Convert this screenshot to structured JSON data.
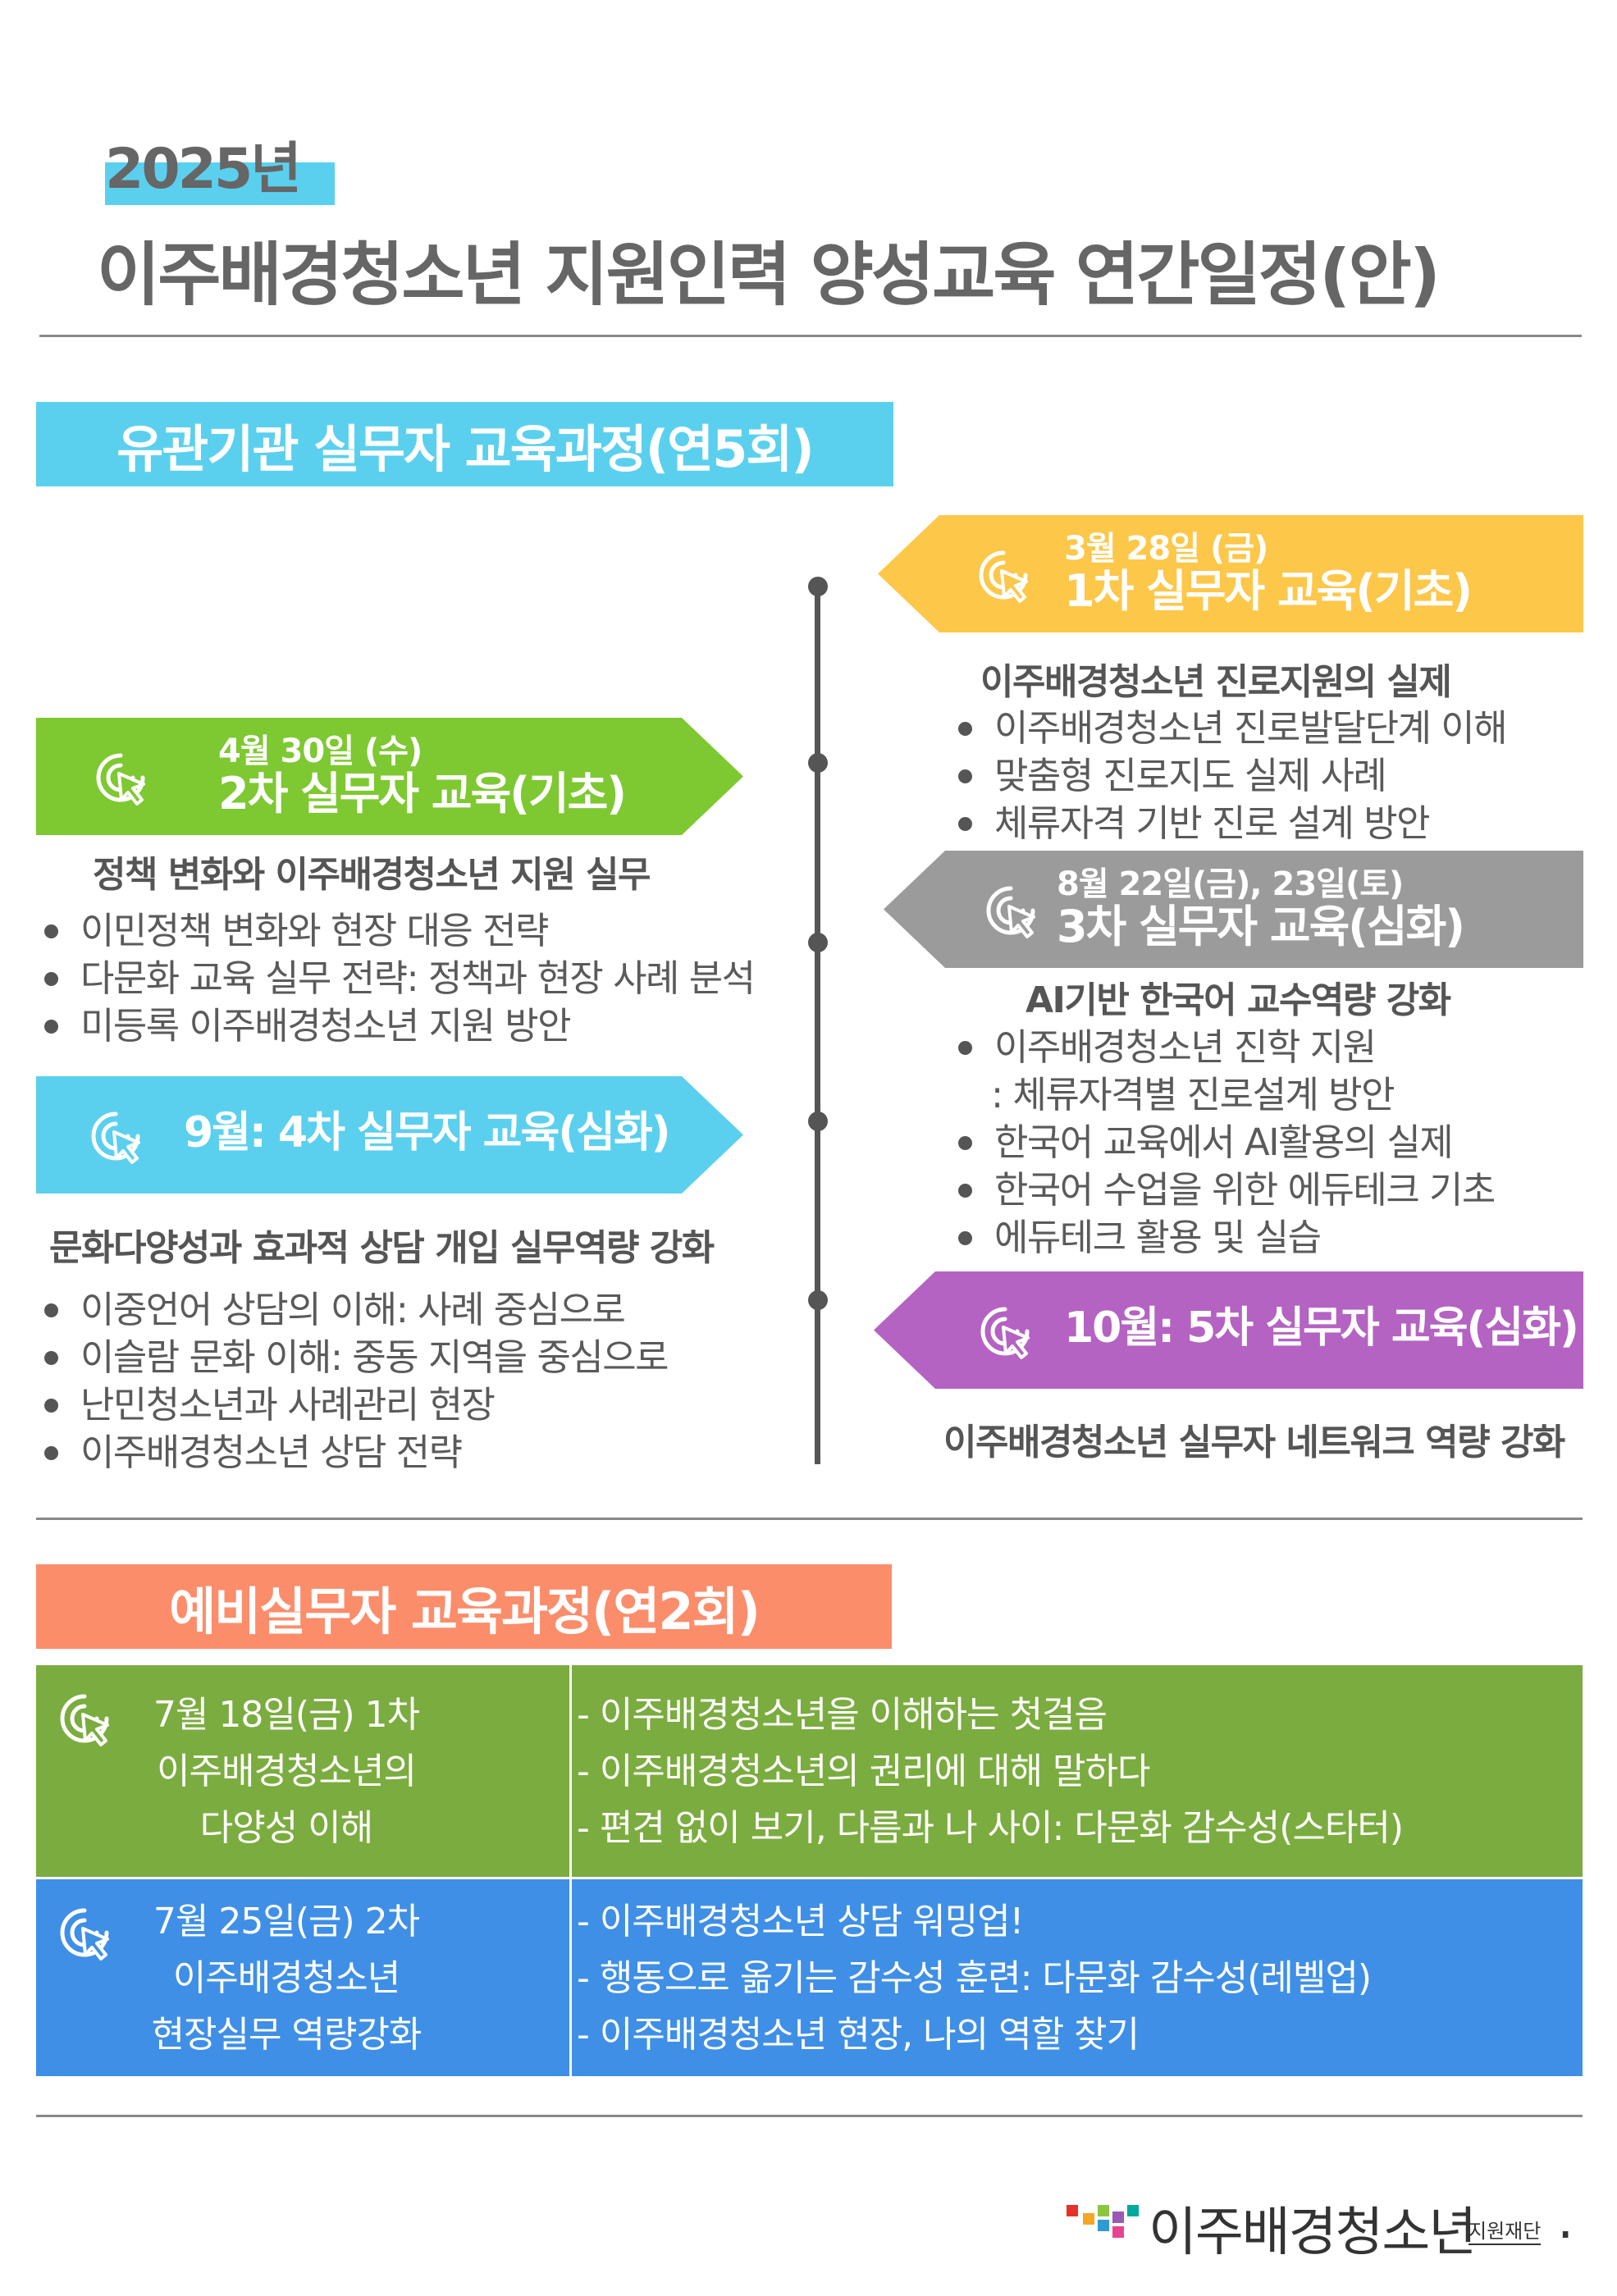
{
  "header": {
    "year": "2025년",
    "title": "이주배경청소년 지원인력 양성교육 연간일정(안)"
  },
  "section1": {
    "title": "유관기관 실무자 교육과정(연5회)",
    "sessions": [
      {
        "date": "3월 28일 (금)",
        "title": "1차 실무자 교육(기초)",
        "subtitle": "이주배경청소년 진로지원의 실제",
        "items": [
          "이주배경청소년 진로발달단계 이해",
          "맞춤형 진로지도 실제 사례",
          "체류자격 기반 진로 설계 방안"
        ]
      },
      {
        "date": "4월 30일 (수)",
        "title": "2차 실무자 교육(기초)",
        "subtitle": "정책 변화와 이주배경청소년 지원 실무",
        "items": [
          "이민정책 변화와 현장 대응 전략",
          "다문화 교육 실무 전략: 정책과 현장 사례 분석",
          "미등록 이주배경청소년 지원 방안"
        ]
      },
      {
        "date": "8월 22일(금), 23일(토)",
        "title": "3차 실무자 교육(심화)",
        "subtitle": "AI기반 한국어 교수역량 강화",
        "items": [
          "이주배경청소년 진학 지원",
          ": 체류자격별 진로설계 방안",
          "한국어 교육에서  AI활용의 실제",
          "한국어 수업을 위한 에듀테크 기초",
          "에듀테크 활용 및 실습"
        ]
      },
      {
        "title": "9월: 4차 실무자 교육(심화)",
        "subtitle": "문화다양성과 효과적 상담 개입 실무역량 강화",
        "items": [
          "이중언어 상담의 이해: 사례 중심으로",
          "이슬람 문화 이해: 중동 지역을 중심으로",
          "난민청소년과 사례관리 현장",
          "이주배경청소년 상담 전략"
        ]
      },
      {
        "title": "10월: 5차 실무자 교육(심화)",
        "subtitle": "이주배경청소년 실무자 네트워크 역량 강화"
      }
    ]
  },
  "section2": {
    "title": "예비실무자 교육과정(연2회)",
    "rows": [
      {
        "left": [
          "7월 18일(금) 1차",
          "이주배경청소년의",
          "다양성 이해"
        ],
        "right": [
          "- 이주배경청소년을 이해하는 첫걸음",
          "- 이주배경청소년의 권리에 대해 말하다",
          "- 편견 없이 보기, 다름과 나 사이: 다문화 감수성(스타터)"
        ]
      },
      {
        "left": [
          "7월 25일(금) 2차",
          "이주배경청소년",
          "현장실무 역량강화"
        ],
        "right": [
          "- 이주배경청소년 상담 워밍업!",
          "- 행동으로 옮기는 감수성 훈련: 다문화 감수성(레벨업)",
          "- 이주배경청소년 현장, 나의 역할 찾기"
        ]
      }
    ]
  },
  "footer": {
    "logo_name": "이주배경청소년",
    "logo_sub": "지원재단",
    "logo_dot": "."
  },
  "colors": {
    "cyan": "#5bd0ee",
    "yellow": "#fdc74a",
    "green": "#7ec832",
    "gray": "#9b9b9b",
    "purple": "#b463c2",
    "salmon": "#fb8d6b",
    "table_green": "#7bac3f",
    "table_blue": "#3f8fe6"
  },
  "icons": [
    "cursor-click-icon"
  ]
}
